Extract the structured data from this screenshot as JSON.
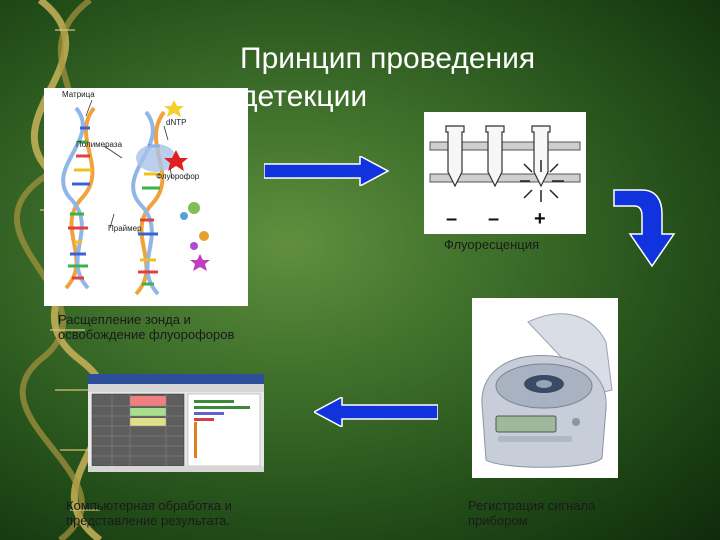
{
  "slide": {
    "title": "Принцип проведения детекции"
  },
  "dna_panel": {
    "labels": {
      "matrix": "Матрица",
      "polymerase": "Полимераза",
      "dntp": "dNTP",
      "fluorophore": "Флуорофор",
      "primer": "Праймер"
    },
    "caption": "Расщепление зонда и освобождение флуорофоров"
  },
  "tubes_panel": {
    "signs": [
      "–",
      "–",
      "+"
    ],
    "caption": "Флуоресценция"
  },
  "software_panel": {
    "caption": "Компьютерная обработка и представление результата."
  },
  "device_panel": {
    "caption": "Регистрация сигнала прибором"
  },
  "colors": {
    "arrow_blue": "#1133dd",
    "caption_text": "#1a1a1a",
    "title_text": "#ffffff"
  }
}
